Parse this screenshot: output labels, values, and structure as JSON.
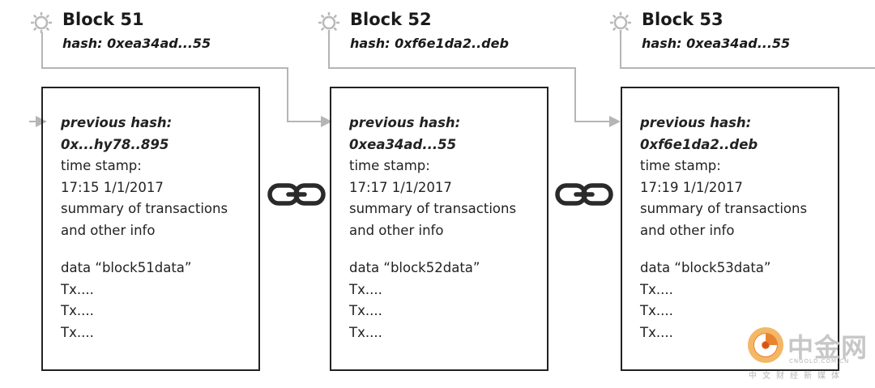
{
  "blocks": [
    {
      "title": "Block 51",
      "hash": "hash: 0xea34ad...55",
      "previous_hash_label": "previous hash:",
      "previous_hash_value": "0x...hy78..895",
      "timestamp_label": "time stamp:",
      "timestamp_value": "17:15 1/1/2017",
      "summary_line1": "summary of transactions",
      "summary_line2": "and other info",
      "data_line": "data “block51data”",
      "tx_lines": [
        "Tx....",
        "Tx....",
        "Tx...."
      ]
    },
    {
      "title": "Block 52",
      "hash": "hash: 0xf6e1da2..deb",
      "previous_hash_label": "previous hash:",
      "previous_hash_value": "0xea34ad...55",
      "timestamp_label": "time stamp:",
      "timestamp_value": "17:17 1/1/2017",
      "summary_line1": "summary of transactions",
      "summary_line2": "and other info",
      "data_line": "data “block52data”",
      "tx_lines": [
        "Tx....",
        "Tx....",
        "Tx...."
      ]
    },
    {
      "title": "Block 53",
      "hash": "hash: 0xea34ad...55",
      "previous_hash_label": "previous hash:",
      "previous_hash_value": "0xf6e1da2..deb",
      "timestamp_label": "time stamp:",
      "timestamp_value": "17:19 1/1/2017",
      "summary_line1": "summary of transactions",
      "summary_line2": "and other info",
      "data_line": "data “block53data”",
      "tx_lines": [
        "Tx....",
        "Tx....",
        "Tx...."
      ]
    }
  ],
  "icons": {
    "block": "gear-icon",
    "link": "chain-link-icon",
    "connector": "arrow-icon"
  },
  "colors": {
    "box_border": "#222222",
    "connector_line": "#b5b5b5",
    "text": "#222222"
  },
  "watermark": {
    "title": "中金网",
    "domain": "CNGOLD.COM.CN",
    "subtitle": "中文财经新媒体"
  }
}
